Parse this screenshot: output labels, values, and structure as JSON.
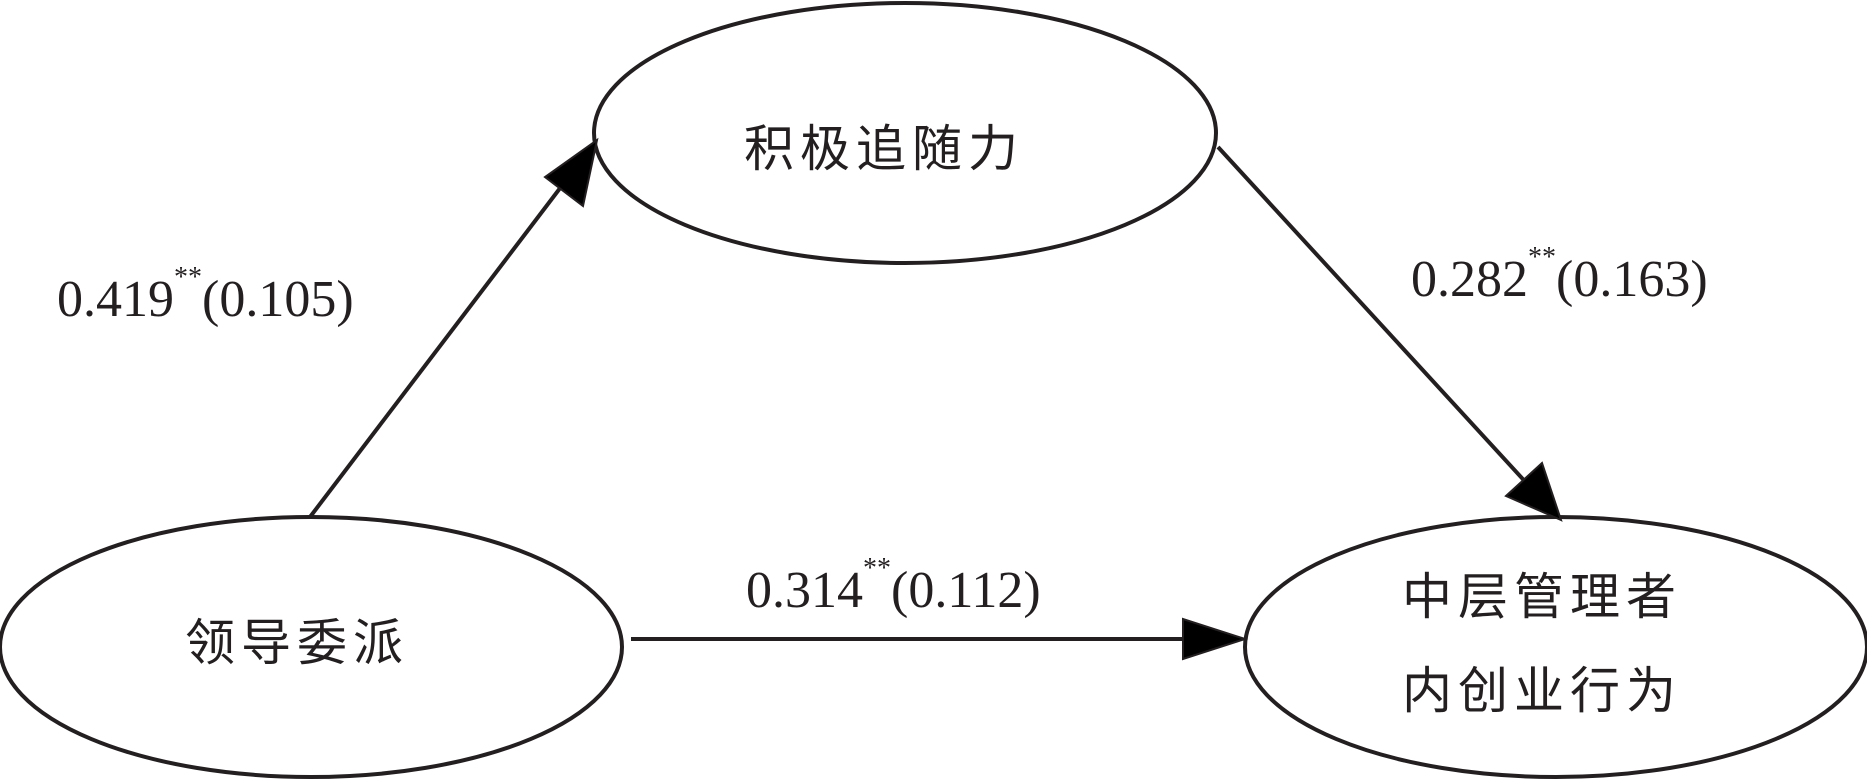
{
  "nodes": {
    "mediator": {
      "label": "积极追随力"
    },
    "predictor": {
      "label": "领导委派"
    },
    "outcome": {
      "line1": "中层管理者",
      "line2": "内创业行为"
    }
  },
  "paths": {
    "a": {
      "coef": "0.419",
      "sig": "**",
      "se": "(0.105)"
    },
    "b": {
      "coef": "0.282",
      "sig": "**",
      "se": "(0.163)"
    },
    "c": {
      "coef": "0.314",
      "sig": "**",
      "se": "(0.112)"
    }
  },
  "colors": {
    "stroke": "#231f20",
    "text": "#231f20"
  }
}
